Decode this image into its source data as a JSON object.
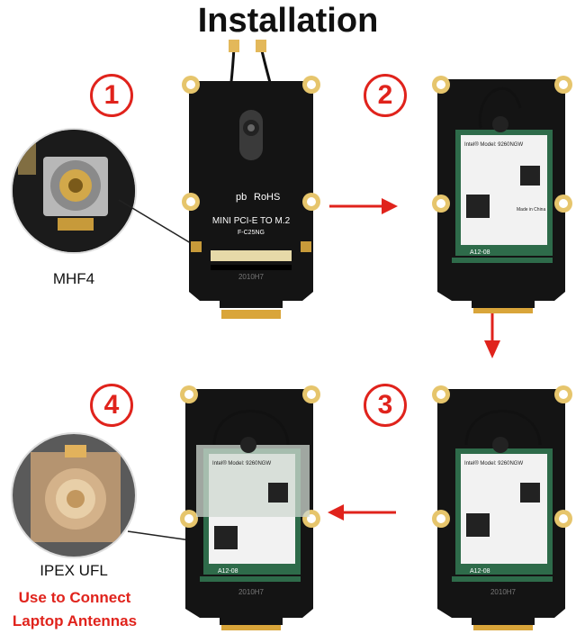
{
  "title": "Installation",
  "steps": [
    "1",
    "2",
    "3",
    "4"
  ],
  "connectors": {
    "left_top": "MHF4",
    "left_bottom": "IPEX UFL"
  },
  "note": [
    "Use to Connect",
    "Laptop Antennas"
  ],
  "adapter": {
    "brand": "pb",
    "rohs": "RoHS",
    "name": "MINI PCI-E TO M.2",
    "model": "F-C25NG",
    "silk": "2010H7"
  },
  "card": {
    "line1": "Intel® Model: 9260NGW",
    "line2": "Made in China",
    "slot": "A12-08"
  },
  "colors": {
    "accent": "#e0231c",
    "board": "#141414",
    "card_green": "#2e6b4a"
  }
}
